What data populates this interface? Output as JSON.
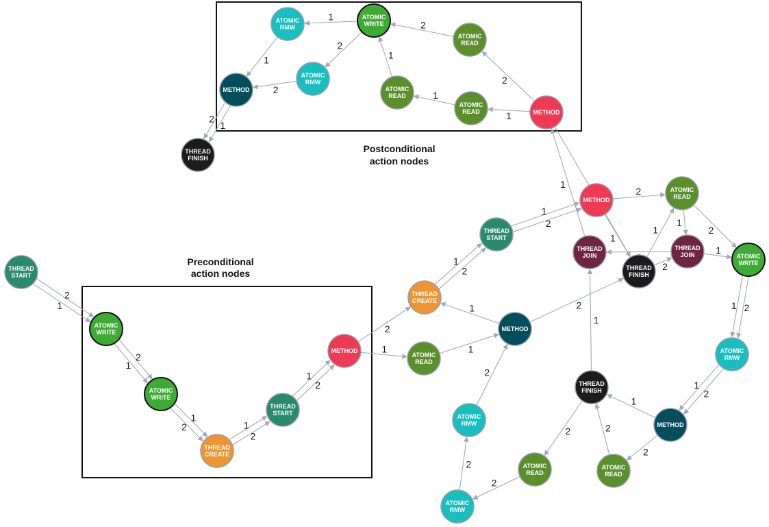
{
  "captions": {
    "postconditional_line1": "Postconditional",
    "postconditional_line2": "action nodes",
    "preconditional_line1": "Preconditional",
    "preconditional_line2": "action nodes"
  },
  "node_types": {
    "THREAD START": "#2a8a6e",
    "ATOMIC WRITE": "#3faa35",
    "ATOMIC READ": "#5a8f2b",
    "ATOMIC RMW": "#19bfbf",
    "THREAD CREATE": "#ef9433",
    "METHOD (red)": "#ee3a54",
    "METHOD (teal)": "#034e5d",
    "THREAD FINISH": "#1c1c1c",
    "THREAD JOIN": "#6e2540"
  },
  "nodes": [
    {
      "id": "ts_left",
      "lines": [
        "THREAD",
        "START"
      ],
      "color": "#2a8a6e"
    },
    {
      "id": "aw_pre1",
      "lines": [
        "ATOMIC",
        "WRITE"
      ],
      "color": "#3faa35",
      "bold": true
    },
    {
      "id": "aw_pre2",
      "lines": [
        "ATOMIC",
        "WRITE"
      ],
      "color": "#3faa35",
      "bold": true
    },
    {
      "id": "tc_pre",
      "lines": [
        "THREAD",
        "CREATE"
      ],
      "color": "#ef9433"
    },
    {
      "id": "ts_pre",
      "lines": [
        "THREAD",
        "START"
      ],
      "color": "#2a8a6e"
    },
    {
      "id": "m_pre",
      "lines": [
        "METHOD"
      ],
      "color": "#ee3a54"
    },
    {
      "id": "ar_mid",
      "lines": [
        "ATOMIC",
        "READ"
      ],
      "color": "#5a8f2b"
    },
    {
      "id": "tc_mid",
      "lines": [
        "THREAD",
        "CREATE"
      ],
      "color": "#ef9433"
    },
    {
      "id": "ts_mid",
      "lines": [
        "THREAD",
        "START"
      ],
      "color": "#2a8a6e"
    },
    {
      "id": "m_mid",
      "lines": [
        "METHOD"
      ],
      "color": "#034e5d"
    },
    {
      "id": "rmw_mid",
      "lines": [
        "ATOMIC",
        "RMW"
      ],
      "color": "#19bfbf"
    },
    {
      "id": "rmw_bot",
      "lines": [
        "ATOMIC",
        "RMW"
      ],
      "color": "#19bfbf"
    },
    {
      "id": "ar_bot1",
      "lines": [
        "ATOMIC",
        "READ"
      ],
      "color": "#5a8f2b"
    },
    {
      "id": "tf_mid",
      "lines": [
        "THREAD",
        "FINISH"
      ],
      "color": "#1c1c1c"
    },
    {
      "id": "m_right_teal",
      "lines": [
        "METHOD"
      ],
      "color": "#034e5d"
    },
    {
      "id": "ar_bot2",
      "lines": [
        "ATOMIC",
        "READ"
      ],
      "color": "#5a8f2b"
    },
    {
      "id": "rmw_right",
      "lines": [
        "ATOMIC",
        "RMW"
      ],
      "color": "#19bfbf"
    },
    {
      "id": "aw_right",
      "lines": [
        "ATOMIC",
        "WRITE"
      ],
      "color": "#3faa35",
      "bold": true
    },
    {
      "id": "tj_right",
      "lines": [
        "THREAD",
        "JOIN"
      ],
      "color": "#6e2540"
    },
    {
      "id": "ar_right",
      "lines": [
        "ATOMIC",
        "READ"
      ],
      "color": "#5a8f2b"
    },
    {
      "id": "m_right",
      "lines": [
        "METHOD"
      ],
      "color": "#ee3a54"
    },
    {
      "id": "tj_mid",
      "lines": [
        "THREAD",
        "JOIN"
      ],
      "color": "#6e2540"
    },
    {
      "id": "tf_right",
      "lines": [
        "THREAD",
        "FINISH"
      ],
      "color": "#1c1c1c"
    },
    {
      "id": "m_post",
      "lines": [
        "METHOD"
      ],
      "color": "#ee3a54"
    },
    {
      "id": "ar_post1",
      "lines": [
        "ATOMIC",
        "READ"
      ],
      "color": "#5a8f2b"
    },
    {
      "id": "ar_post2",
      "lines": [
        "ATOMIC",
        "READ"
      ],
      "color": "#5a8f2b"
    },
    {
      "id": "ar_post3",
      "lines": [
        "ATOMIC",
        "READ"
      ],
      "color": "#5a8f2b"
    },
    {
      "id": "aw_post",
      "lines": [
        "ATOMIC",
        "WRITE"
      ],
      "color": "#3faa35",
      "bold": true
    },
    {
      "id": "rmw_post1",
      "lines": [
        "ATOMIC",
        "RMW"
      ],
      "color": "#19bfbf"
    },
    {
      "id": "rmw_post2",
      "lines": [
        "ATOMIC",
        "RMW"
      ],
      "color": "#19bfbf"
    },
    {
      "id": "m_post_teal",
      "lines": [
        "METHOD"
      ],
      "color": "#034e5d"
    },
    {
      "id": "tf_post",
      "lines": [
        "THREAD",
        "FINISH"
      ],
      "color": "#1c1c1c"
    }
  ],
  "edges": [
    {
      "from": "ts_left",
      "to": "aw_pre1",
      "label": "1"
    },
    {
      "from": "ts_left",
      "to": "aw_pre1",
      "label": "2"
    },
    {
      "from": "aw_pre1",
      "to": "aw_pre2",
      "label": "2"
    },
    {
      "from": "aw_pre1",
      "to": "aw_pre2",
      "label": "1"
    },
    {
      "from": "aw_pre2",
      "to": "tc_pre",
      "label": "1"
    },
    {
      "from": "aw_pre2",
      "to": "tc_pre",
      "label": "2"
    },
    {
      "from": "tc_pre",
      "to": "ts_pre",
      "label": "1"
    },
    {
      "from": "tc_pre",
      "to": "ts_pre",
      "label": "2"
    },
    {
      "from": "ts_pre",
      "to": "m_pre",
      "label": "2"
    },
    {
      "from": "ts_pre",
      "to": "m_pre",
      "label": "1"
    },
    {
      "from": "m_pre",
      "to": "tc_mid",
      "label": "2"
    },
    {
      "from": "m_pre",
      "to": "ar_mid",
      "label": "1"
    },
    {
      "from": "ar_mid",
      "to": "m_mid",
      "label": "1"
    },
    {
      "from": "m_mid",
      "to": "tc_mid",
      "label": "1"
    },
    {
      "from": "m_mid",
      "to": "tf_right",
      "label": "2"
    },
    {
      "from": "tc_mid",
      "to": "ts_mid",
      "label": "1"
    },
    {
      "from": "tc_mid",
      "to": "ts_mid",
      "label": "2"
    },
    {
      "from": "ts_mid",
      "to": "m_right",
      "label": "2"
    },
    {
      "from": "ts_mid",
      "to": "m_right",
      "label": "1"
    },
    {
      "from": "rmw_mid",
      "to": "m_mid",
      "label": "2"
    },
    {
      "from": "rmw_bot",
      "to": "rmw_mid",
      "label": "2"
    },
    {
      "from": "ar_bot1",
      "to": "rmw_bot",
      "label": "2"
    },
    {
      "from": "tf_mid",
      "to": "ar_bot1",
      "label": "2"
    },
    {
      "from": "tf_mid",
      "to": "tj_mid",
      "label": "1"
    },
    {
      "from": "m_right_teal",
      "to": "tf_mid",
      "label": "1"
    },
    {
      "from": "ar_bot2",
      "to": "tf_mid",
      "label": "2"
    },
    {
      "from": "m_right_teal",
      "to": "ar_bot2",
      "label": "2"
    },
    {
      "from": "rmw_right",
      "to": "m_right_teal",
      "label": "1"
    },
    {
      "from": "rmw_right",
      "to": "m_right_teal",
      "label": "2"
    },
    {
      "from": "aw_right",
      "to": "rmw_right",
      "label": "2"
    },
    {
      "from": "aw_right",
      "to": "rmw_right",
      "label": "1"
    },
    {
      "from": "tj_right",
      "to": "aw_right",
      "label": "1"
    },
    {
      "from": "ar_right",
      "to": "aw_right",
      "label": "2"
    },
    {
      "from": "ar_right",
      "to": "tj_right",
      "label": "1"
    },
    {
      "from": "m_right",
      "to": "ar_right",
      "label": "2"
    },
    {
      "from": "m_right",
      "to": "tf_right",
      "label": "1"
    },
    {
      "from": "tf_right",
      "to": "ar_right",
      "label": "1"
    },
    {
      "from": "tf_right",
      "to": "tj_right",
      "label": "2"
    },
    {
      "from": "tj_right",
      "to": "tj_mid",
      "label": "2"
    },
    {
      "from": "tj_mid",
      "to": "m_post",
      "label": "1"
    },
    {
      "from": "m_post",
      "to": "tf_right",
      "label": "2"
    },
    {
      "from": "m_post",
      "to": "ar_post1",
      "label": "1"
    },
    {
      "from": "m_post",
      "to": "ar_post3",
      "label": "2"
    },
    {
      "from": "ar_post1",
      "to": "ar_post2",
      "label": "1"
    },
    {
      "from": "ar_post2",
      "to": "aw_post",
      "label": "1"
    },
    {
      "from": "ar_post3",
      "to": "aw_post",
      "label": "2"
    },
    {
      "from": "aw_post",
      "to": "rmw_post1",
      "label": "2"
    },
    {
      "from": "aw_post",
      "to": "rmw_post2",
      "label": "1"
    },
    {
      "from": "rmw_post1",
      "to": "m_post_teal",
      "label": "2"
    },
    {
      "from": "rmw_post2",
      "to": "m_post_teal",
      "label": "1"
    },
    {
      "from": "m_post_teal",
      "to": "tf_post",
      "label": "1"
    },
    {
      "from": "m_post_teal",
      "to": "tf_post",
      "label": "2"
    }
  ]
}
